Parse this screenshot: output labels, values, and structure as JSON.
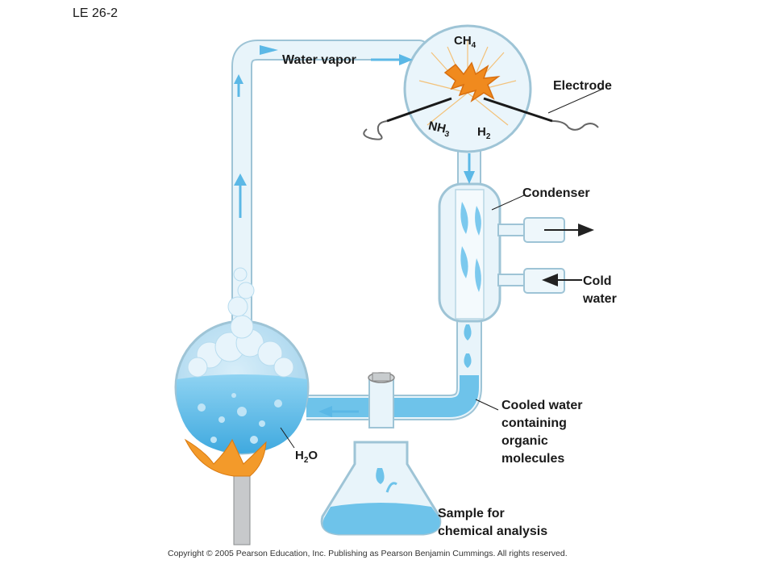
{
  "figure_id": "LE 26-2",
  "labels": {
    "water_vapor": "Water vapor",
    "electrode": "Electrode",
    "condenser": "Condenser",
    "cold_water_1": "Cold",
    "cold_water_2": "water",
    "cooled_1": "Cooled water",
    "cooled_2": "containing",
    "cooled_3": "organic",
    "cooled_4": "molecules",
    "sample_1": "Sample for",
    "sample_2": "chemical analysis"
  },
  "gases": {
    "ch4": {
      "base": "CH",
      "sub": "4"
    },
    "nh3": {
      "base": "NH",
      "sub": "3"
    },
    "h2": {
      "base": "H",
      "sub": "2"
    },
    "h2o": {
      "base": "H",
      "sub": "2",
      "tail": "O"
    }
  },
  "copyright": "Copyright © 2005 Pearson Education, Inc. Publishing as Pearson Benjamin Cummings. All rights reserved.",
  "colors": {
    "glass": "#e6f3fa",
    "glass_edge": "#9ec4d6",
    "water": "#6ec3ea",
    "water_light": "#bfe4f6",
    "arrow": "#5bb8e6",
    "spark": "#f08a1e",
    "flame": "#f39a2a"
  }
}
